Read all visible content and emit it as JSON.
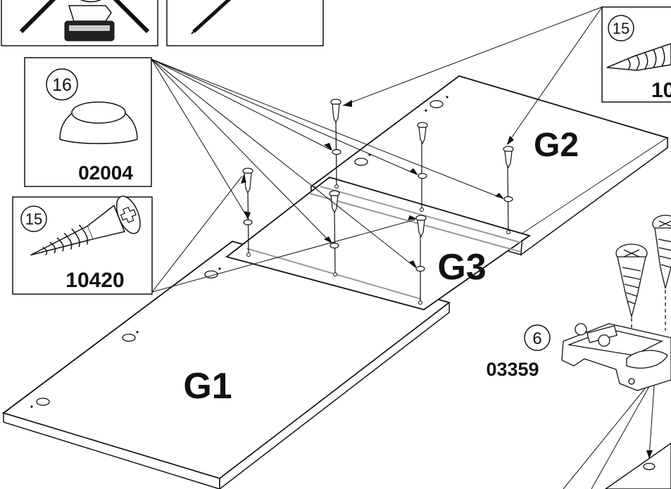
{
  "panels": {
    "g1": "G1",
    "g2": "G2",
    "g3": "G3"
  },
  "callouts": {
    "cap": {
      "number": "16",
      "code": "02004"
    },
    "screw_left": {
      "number": "15",
      "code": "10420"
    },
    "screw_right": {
      "number": "15",
      "code": "10"
    },
    "hinge": {
      "number": "6",
      "code": "03359"
    }
  },
  "icons": {
    "drill": "power-drill-icon",
    "screwdriver": "screwdriver-icon"
  }
}
